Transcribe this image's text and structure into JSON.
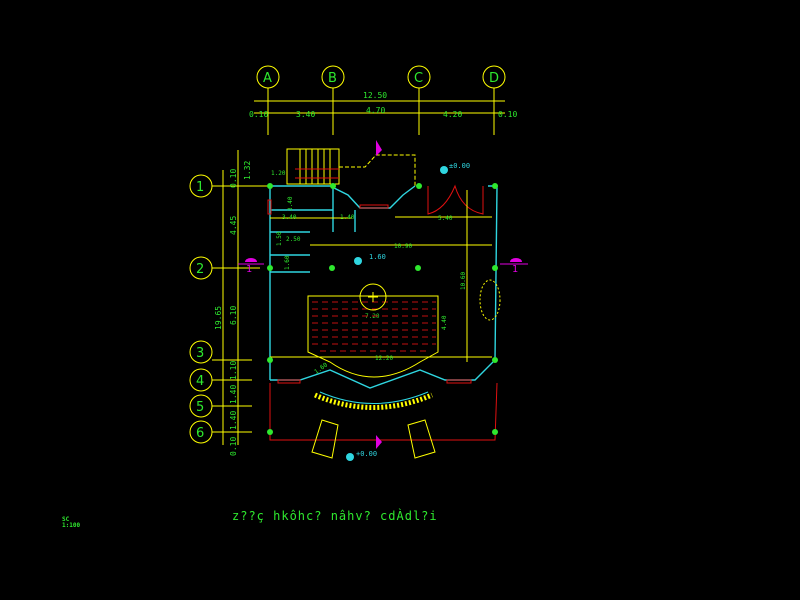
{
  "drawing": {
    "column_axes": [
      "A",
      "B",
      "C",
      "D"
    ],
    "row_axes": [
      "1",
      "2",
      "3",
      "4",
      "5",
      "6"
    ],
    "top_dims": {
      "overall": "12.50",
      "segments": [
        "0.10",
        "3.40",
        "4.70",
        "4.20",
        "0.10"
      ]
    },
    "left_dims": {
      "overall": "19.65",
      "segments": [
        "0.10",
        "1.32",
        "4.45",
        "6.10",
        "1.10",
        "1.40",
        "1.40",
        "0.10"
      ]
    },
    "inner_dims": [
      "1.20",
      "3.40",
      "1.40",
      "5.40",
      "2.50",
      "1.50",
      "1.60",
      "10.90",
      "10.60",
      "7.20",
      "4.40",
      "12.20",
      "1.60",
      "3.40"
    ],
    "levels": [
      "±0.00",
      "1.60",
      "+0.00"
    ],
    "section_marks": [
      "1",
      "1"
    ],
    "colors": {
      "text": "#2ee82e",
      "line": "#ffff00",
      "wall": "#2fd6e0",
      "red": "#e01010",
      "magenta": "#e000e0"
    }
  },
  "title_text": "z??ç hkôhc? nâhv? cdÀdl?i",
  "scale_label": {
    "line1": "SC",
    "line2": "1:100"
  }
}
